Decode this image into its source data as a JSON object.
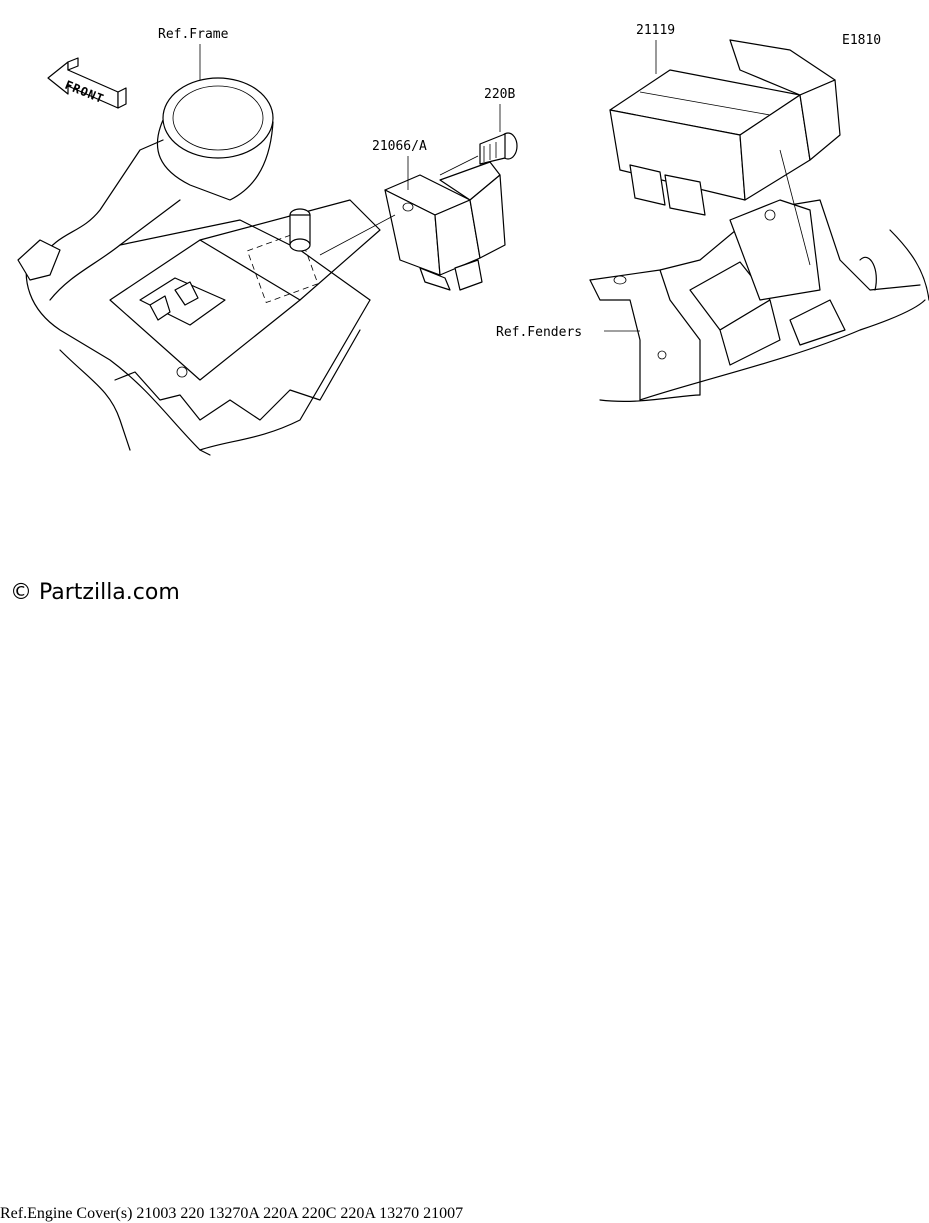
{
  "diagram_code": "E1810",
  "copyright": "© Partzilla.com",
  "front_label": "FRONT",
  "refs": {
    "frame": "Ref.Frame",
    "fenders": "Ref.Fenders",
    "engine_cover": "Ref.Engine Cover(s)"
  },
  "parts": {
    "p21119": "21119",
    "p220B": "220B",
    "p21066A": "21066/A",
    "p21007": "21007",
    "p220A_top": "220A",
    "p13270A": "13270A",
    "p220C": "220C",
    "p21003": "21003",
    "p220A_right": "220A",
    "p13270": "13270",
    "p220": "220"
  }
}
